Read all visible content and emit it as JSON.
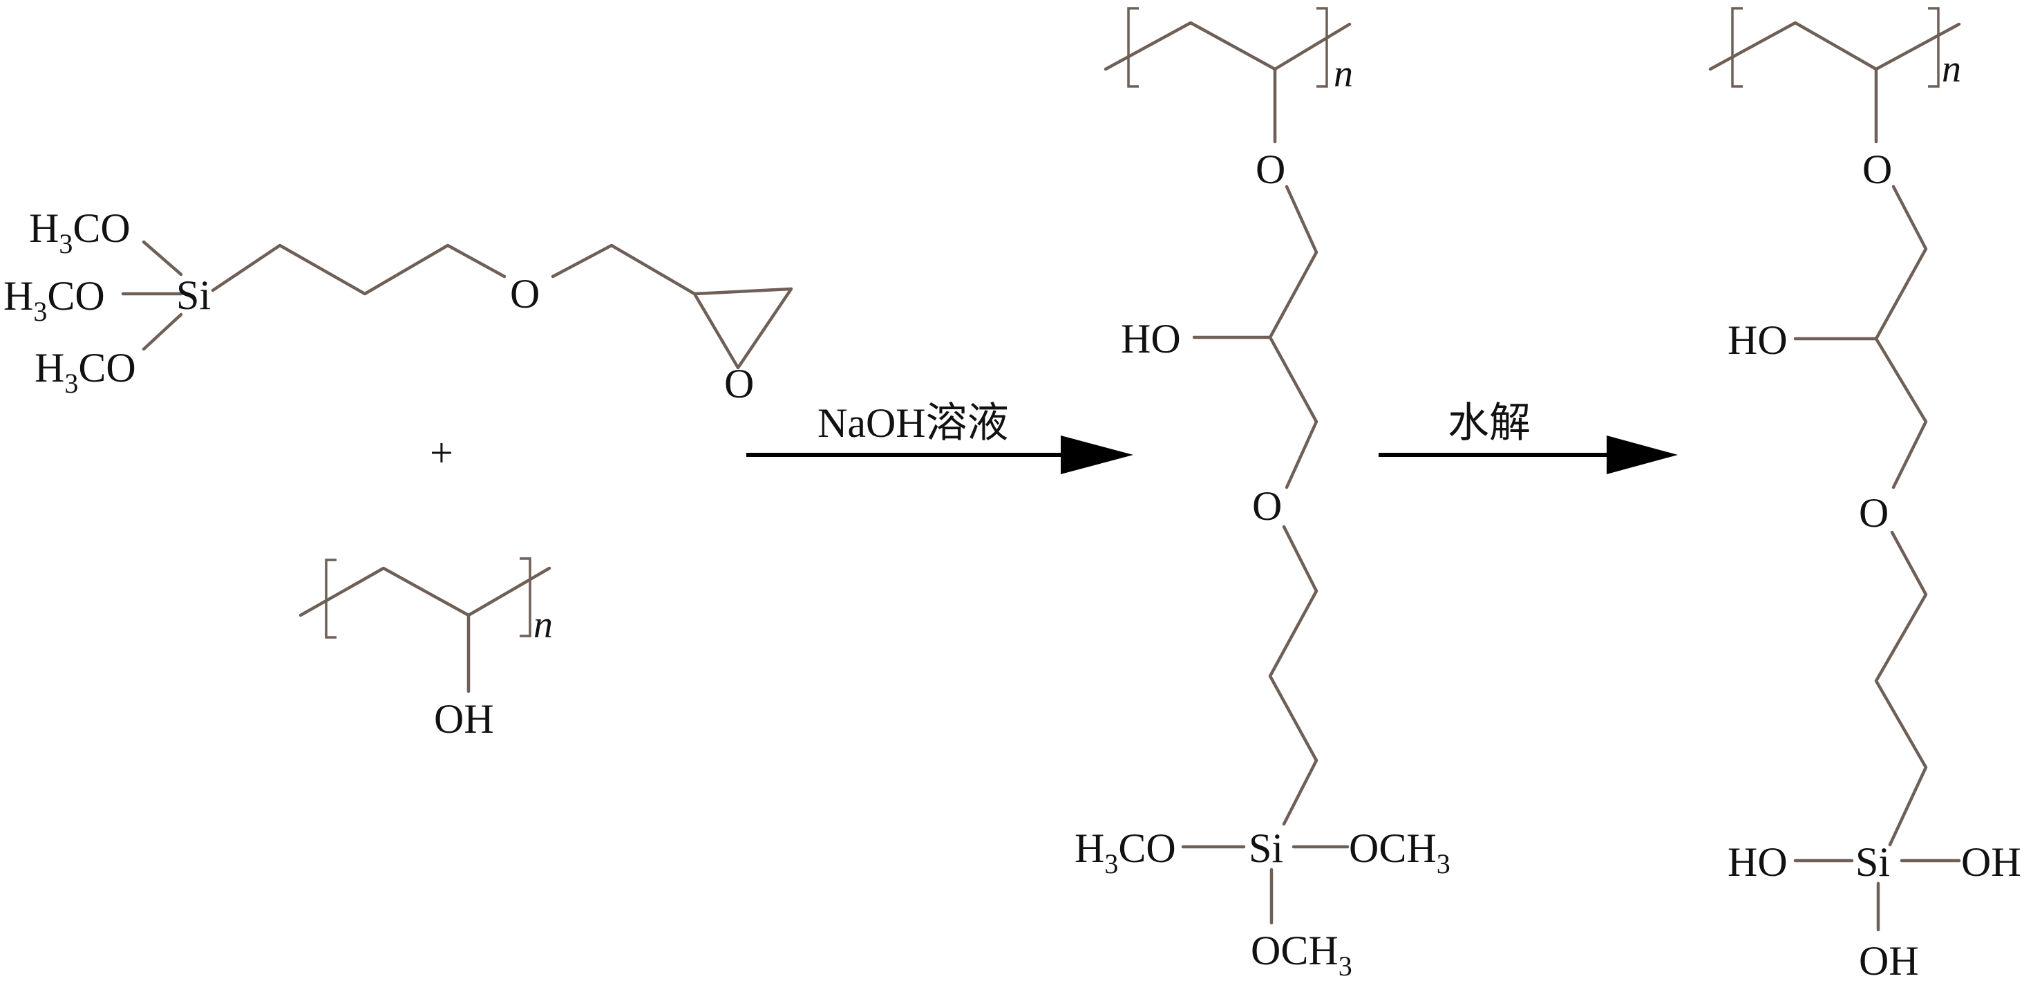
{
  "reactant_silane": {
    "substituents": [
      {
        "text": "H",
        "sub": "3",
        "rest": "CO"
      },
      {
        "text": "H",
        "sub": "3",
        "rest": "CO"
      },
      {
        "text": "H",
        "sub": "3",
        "rest": "CO"
      }
    ],
    "si": "Si",
    "ether_o": "O",
    "epoxide_o": "O"
  },
  "plus": "+",
  "reactant_pva": {
    "oh": "OH",
    "n": "n"
  },
  "arrow1_label": "NaOH溶液",
  "arrow2_label": "水解",
  "intermediate": {
    "n": "n",
    "o1": "O",
    "ho": "HO",
    "o2": "O",
    "si": "Si",
    "left": {
      "h": "H",
      "sub": "3",
      "rest": "CO"
    },
    "right": {
      "pre": "OCH",
      "sub": "3"
    },
    "bottom": {
      "pre": "OCH",
      "sub": "3"
    }
  },
  "product": {
    "n": "n",
    "o1": "O",
    "ho": "HO",
    "o2": "O",
    "si": "Si",
    "left_oh": "HO",
    "right_oh": "OH",
    "bottom_oh": "OH"
  }
}
